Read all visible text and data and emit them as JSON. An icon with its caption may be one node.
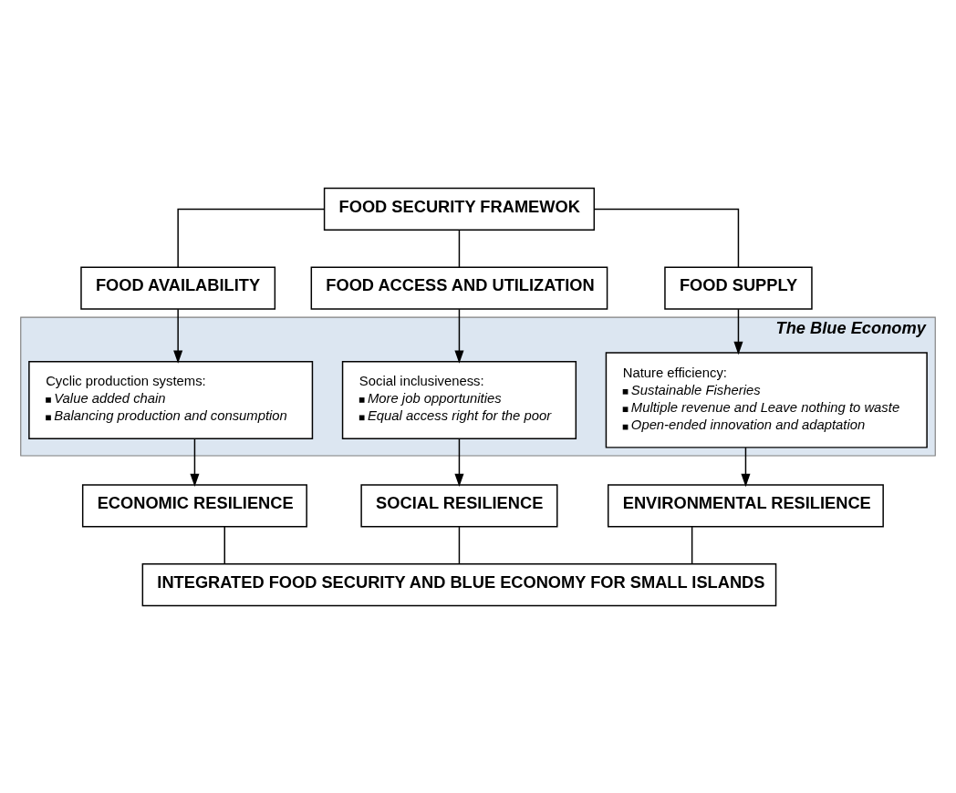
{
  "diagram": {
    "nodes": [
      {
        "text": [
          "FOOD SECURITY FRAMEWOK"
        ]
      },
      {
        "text": [
          "FOOD AVAILABILITY"
        ]
      },
      {
        "text": [
          "FOOD ACCESS AND UTILIZATION"
        ]
      },
      {
        "text": [
          "FOOD SUPPLY"
        ]
      },
      {
        "text": [
          "The Blue Economy"
        ]
      },
      {
        "text": [
          "Cyclic production systems:",
          "Value added chain",
          "Balancing production and consumption"
        ],
        "in": 4
      },
      {
        "text": [
          "Social inclusiveness:",
          "More job opportunities",
          "Equal access right for the poor"
        ],
        "in": 4
      },
      {
        "text": [
          "Nature efficiency:",
          "Sustainable Fisheries",
          "Multiple revenue and Leave nothing to waste",
          "Open-ended innovation and adaptation"
        ],
        "in": 4
      },
      {
        "text": [
          "ECONOMIC RESILIENCE"
        ]
      },
      {
        "text": [
          "SOCIAL RESILIENCE"
        ]
      },
      {
        "text": [
          "ENVIRONMENTAL RESILIENCE"
        ]
      },
      {
        "text": [
          "INTEGRATED FOOD SECURITY AND BLUE ECONOMY FOR SMALL ISLANDS"
        ]
      }
    ],
    "edges": [
      {
        "from": 0,
        "to": 1,
        "arrow": "none"
      },
      {
        "from": 0,
        "to": 2,
        "arrow": "none"
      },
      {
        "from": 0,
        "to": 3,
        "arrow": "none"
      },
      {
        "from": 1,
        "to": 5,
        "arrow": "to"
      },
      {
        "from": 2,
        "to": 6,
        "arrow": "to"
      },
      {
        "from": 3,
        "to": 7,
        "arrow": "to"
      },
      {
        "from": 5,
        "to": 8,
        "arrow": "to"
      },
      {
        "from": 6,
        "to": 9,
        "arrow": "to"
      },
      {
        "from": 7,
        "to": 10,
        "arrow": "to"
      },
      {
        "from": 8,
        "to": 11,
        "arrow": "none"
      },
      {
        "from": 9,
        "to": 11,
        "arrow": "none"
      },
      {
        "from": 10,
        "to": 11,
        "arrow": "none"
      }
    ]
  }
}
